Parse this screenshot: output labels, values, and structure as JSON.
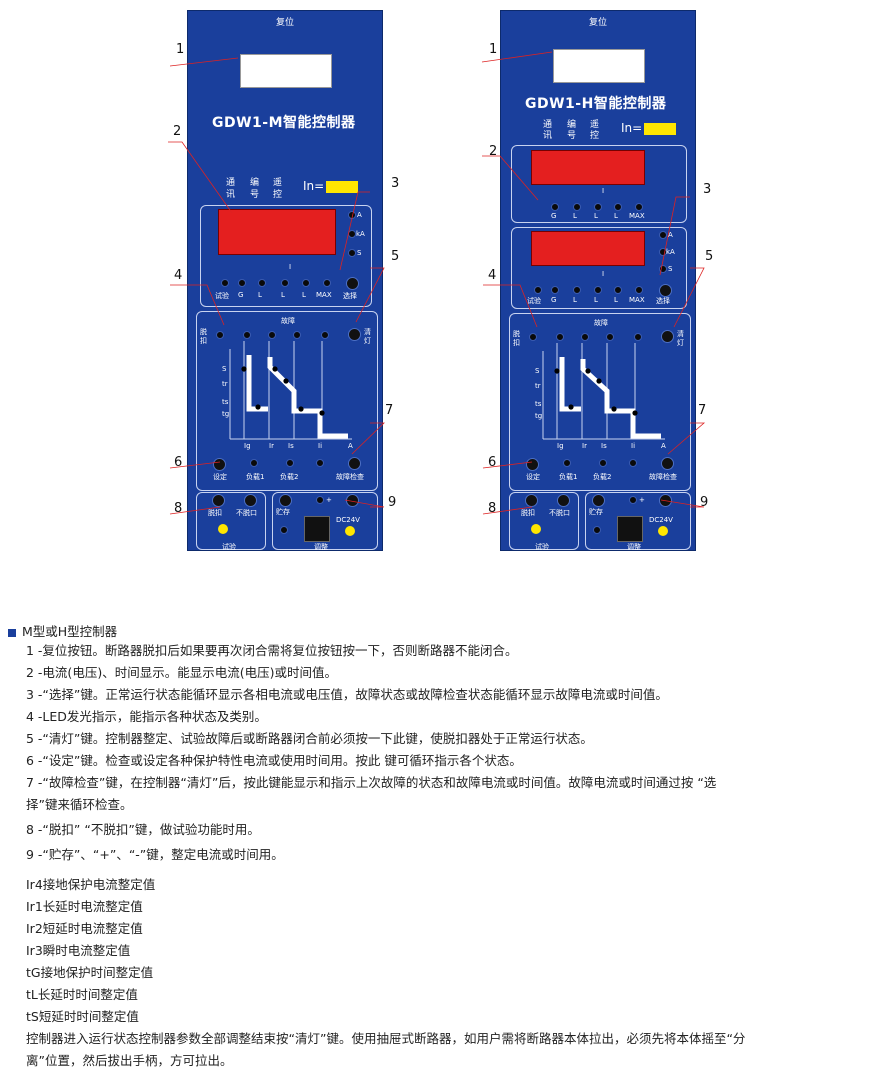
{
  "panel_m": {
    "reset": "复位",
    "title": "GDW1-M智能控制器",
    "comm_top": "通",
    "comm_bot": "讯",
    "code_top": "编",
    "code_bot": "号",
    "remote_top": "遥",
    "remote_bot": "控",
    "in_label": "In=",
    "unit_a": "A",
    "unit_ka": "kA",
    "unit_s": "S",
    "i_mark": "I",
    "keys": [
      "试验",
      "G",
      "L",
      "L",
      "L",
      "MAX",
      "选择"
    ],
    "fault": "故障",
    "trip_top": "脱",
    "trip_bot": "扣",
    "lamp_top": "清",
    "lamp_bot": "灯",
    "y_ticks": [
      "S",
      "tr",
      "ts",
      "tg"
    ],
    "x_ticks": [
      "Ig",
      "Ir",
      "Is",
      "Ii",
      "A"
    ],
    "bottom_keys": [
      "设定",
      "负载1",
      "负载2",
      "故障检查"
    ],
    "test_keys": [
      "脱扣",
      "不脱口"
    ],
    "test_label": "试验",
    "store": "贮存",
    "plus": "+",
    "dc": "DC24V",
    "adjust": "调整"
  },
  "panel_h": {
    "reset": "复位",
    "title": "GDW1-H智能控制器",
    "comm_top": "通",
    "comm_bot": "讯",
    "code_top": "编",
    "code_bot": "号",
    "remote_top": "遥",
    "remote_bot": "控",
    "in_label": "In=",
    "unit_a": "A",
    "unit_ka": "kA",
    "unit_s": "S",
    "i_mark": "I",
    "keys_top": [
      "G",
      "L",
      "L",
      "L",
      "MAX"
    ],
    "keys": [
      "试验",
      "G",
      "L",
      "L",
      "L",
      "MAX",
      "选择"
    ],
    "fault": "故障",
    "trip_top": "脱",
    "trip_bot": "扣",
    "lamp_top": "清",
    "lamp_bot": "灯",
    "y_ticks": [
      "S",
      "tr",
      "ts",
      "tg"
    ],
    "x_ticks": [
      "Ig",
      "Ir",
      "Is",
      "Ii",
      "A"
    ],
    "bottom_keys": [
      "设定",
      "负载1",
      "负载2",
      "故障检查"
    ],
    "test_keys": [
      "脱扣",
      "不脱口"
    ],
    "test_label": "试验",
    "store": "贮存",
    "plus": "+",
    "dc": "DC24V",
    "adjust": "调整"
  },
  "callouts": [
    "1",
    "2",
    "3",
    "4",
    "5",
    "6",
    "7",
    "8",
    "9"
  ],
  "legend_title": "M型或H型控制器",
  "desc_lines": [
    "1 -复位按钮。断路器脱扣后如果要再次闭合需将复位按钮按一下，否则断路器不能闭合。",
    "2 -电流(电压)、时间显示。能显示电流(电压)或时间值。",
    "3 -“选择”键。正常运行状态能循环显示各相电流或电压值，故障状态或故障检查状态能循环显示故障电流或时间值。",
    "4 -LED发光指示，能指示各种状态及类别。",
    "5 -“清灯”键。控制器整定、试验故障后或断路器闭合前必须按一下此键，使脱扣器处于正常运行状态。",
    "6 -“设定”键。检查或设定各种保护特性电流或使用时间用。按此 键可循环指示各个状态。",
    "7 -“故障检查”键，在控制器“清灯”后，按此键能显示和指示上次故障的状态和故障电流或时间值。故障电流或时间通过按 “选",
    "   择”键来循环检查。",
    "8 -“脱扣” “不脱扣”键，做试验功能时用。",
    "9 -“贮存”、“+”、“-”键，整定电流或时间用。"
  ],
  "desc2_lines": [
    "Ir4接地保护电流整定值",
    "Ir1长延时电流整定值",
    "Ir2短延时电流整定值",
    "Ir3瞬时电流整定值",
    "tG接地保护时间整定值",
    "tL长延时时间整定值",
    "tS短延时时间整定值",
    "控制器进入运行状态控制器参数全部调整结束按“清灯”键。使用抽屉式断路器，如用户需将断路器本体拉出，必须先将本体摇至“分",
    "离”位置，然后拔出手柄，方可拉出。"
  ]
}
